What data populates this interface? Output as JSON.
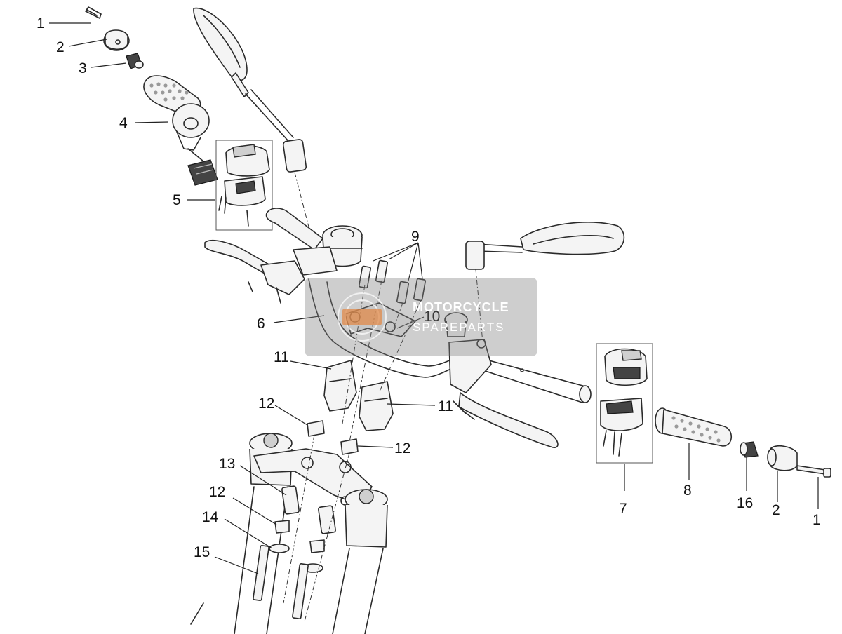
{
  "callouts": [
    {
      "id": "c1a",
      "label": "1"
    },
    {
      "id": "c2a",
      "label": "2"
    },
    {
      "id": "c3",
      "label": "3"
    },
    {
      "id": "c4",
      "label": "4"
    },
    {
      "id": "c5",
      "label": "5"
    },
    {
      "id": "c6",
      "label": "6"
    },
    {
      "id": "c9",
      "label": "9"
    },
    {
      "id": "c10",
      "label": "10"
    },
    {
      "id": "c11a",
      "label": "11"
    },
    {
      "id": "c11b",
      "label": "11"
    },
    {
      "id": "c12a",
      "label": "12"
    },
    {
      "id": "c12b",
      "label": "12"
    },
    {
      "id": "c13",
      "label": "13"
    },
    {
      "id": "c12c",
      "label": "12"
    },
    {
      "id": "c14",
      "label": "14"
    },
    {
      "id": "c15",
      "label": "15"
    },
    {
      "id": "c7",
      "label": "7"
    },
    {
      "id": "c8",
      "label": "8"
    },
    {
      "id": "c16",
      "label": "16"
    },
    {
      "id": "c2b",
      "label": "2"
    },
    {
      "id": "c1b",
      "label": "1"
    }
  ],
  "watermark": {
    "line1": "MOTORCYCLE",
    "line2": "SPAREPARTS"
  },
  "colors": {
    "line": "#2a2a2a",
    "watermark_box": "#7d7d7d",
    "watermark_logo": "#e08a4a"
  }
}
